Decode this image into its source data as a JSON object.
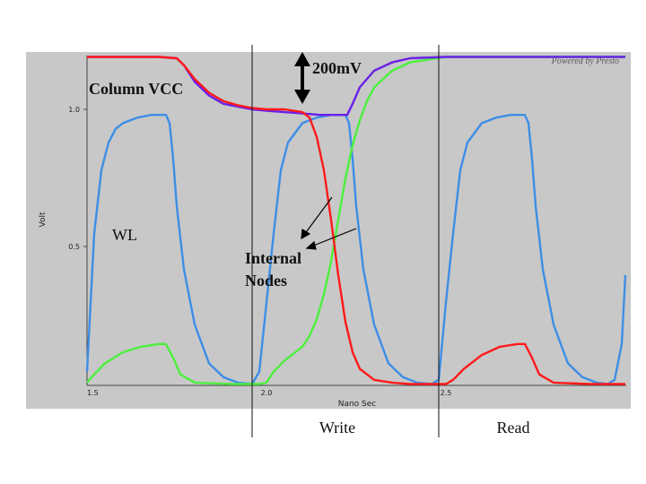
{
  "chart_data": {
    "type": "line",
    "title": "",
    "xlabel": "Nano Sec",
    "ylabel": "Volt",
    "xlim": [
      1.5,
      3.0
    ],
    "ylim": [
      0.0,
      1.2
    ],
    "x_ticks": [
      "1.5",
      "2.0",
      "2.5"
    ],
    "y_ticks": [
      "0.5",
      "1.0"
    ],
    "grid": false,
    "credit": "Powered by Presto",
    "colors": {
      "wl": "#3d8ee6",
      "node_red": "#ff1a1a",
      "node_green": "#4cf03c",
      "vcc_purple": "#6a1fe8",
      "plot_bg": "#c8c8c8"
    },
    "annotations": {
      "column_vcc": "Column VCC",
      "delta": "200mV",
      "wl": "WL",
      "internal_nodes_1": "Internal",
      "internal_nodes_2": "Nodes",
      "write": "Write",
      "read": "Read"
    },
    "markers": [
      1.96,
      2.48
    ],
    "series": [
      {
        "key": "wl",
        "x": [
          1.5,
          1.51,
          1.52,
          1.54,
          1.56,
          1.58,
          1.6,
          1.64,
          1.68,
          1.72,
          1.73,
          1.74,
          1.75,
          1.77,
          1.8,
          1.84,
          1.88,
          1.92,
          1.96,
          1.98,
          2.0,
          2.02,
          2.04,
          2.06,
          2.1,
          2.14,
          2.18,
          2.22,
          2.23,
          2.24,
          2.25,
          2.27,
          2.3,
          2.34,
          2.38,
          2.42,
          2.46,
          2.48,
          2.5,
          2.52,
          2.54,
          2.56,
          2.6,
          2.64,
          2.68,
          2.72,
          2.73,
          2.74,
          2.75,
          2.77,
          2.8,
          2.84,
          2.88,
          2.92,
          2.95,
          2.97,
          2.99,
          3.0
        ],
        "y": [
          0.05,
          0.3,
          0.55,
          0.78,
          0.88,
          0.93,
          0.95,
          0.97,
          0.98,
          0.98,
          0.95,
          0.82,
          0.65,
          0.42,
          0.22,
          0.08,
          0.03,
          0.01,
          0.005,
          0.05,
          0.3,
          0.55,
          0.78,
          0.88,
          0.95,
          0.97,
          0.98,
          0.98,
          0.95,
          0.82,
          0.65,
          0.42,
          0.22,
          0.08,
          0.03,
          0.01,
          0.005,
          0.02,
          0.3,
          0.55,
          0.78,
          0.88,
          0.95,
          0.97,
          0.98,
          0.98,
          0.95,
          0.82,
          0.65,
          0.42,
          0.22,
          0.08,
          0.03,
          0.01,
          0.005,
          0.02,
          0.15,
          0.4
        ]
      },
      {
        "key": "node_green",
        "x": [
          1.5,
          1.52,
          1.55,
          1.6,
          1.65,
          1.7,
          1.72,
          1.74,
          1.76,
          1.8,
          1.9,
          1.98,
          2.0,
          2.02,
          2.05,
          2.1,
          2.12,
          2.14,
          2.16,
          2.18,
          2.2,
          2.22,
          2.24,
          2.26,
          2.28,
          2.3,
          2.35,
          2.4,
          2.45,
          2.5,
          2.6,
          2.7,
          2.8,
          2.9,
          3.0
        ],
        "y": [
          0.01,
          0.04,
          0.08,
          0.12,
          0.14,
          0.15,
          0.15,
          0.1,
          0.04,
          0.01,
          0.005,
          0.005,
          0.01,
          0.05,
          0.09,
          0.14,
          0.18,
          0.24,
          0.33,
          0.45,
          0.6,
          0.75,
          0.87,
          0.96,
          1.03,
          1.08,
          1.14,
          1.17,
          1.18,
          1.19,
          1.19,
          1.19,
          1.19,
          1.19,
          1.19
        ]
      },
      {
        "key": "node_red",
        "x": [
          1.5,
          1.6,
          1.7,
          1.75,
          1.77,
          1.8,
          1.84,
          1.88,
          1.92,
          1.96,
          2.0,
          2.05,
          2.1,
          2.12,
          2.14,
          2.16,
          2.18,
          2.2,
          2.22,
          2.24,
          2.26,
          2.3,
          2.35,
          2.4,
          2.45,
          2.5,
          2.52,
          2.55,
          2.6,
          2.65,
          2.7,
          2.72,
          2.74,
          2.76,
          2.8,
          2.9,
          3.0
        ],
        "y": [
          1.19,
          1.19,
          1.19,
          1.185,
          1.16,
          1.11,
          1.06,
          1.03,
          1.015,
          1.005,
          1.0,
          1.0,
          0.99,
          0.97,
          0.9,
          0.78,
          0.6,
          0.4,
          0.23,
          0.12,
          0.06,
          0.02,
          0.01,
          0.005,
          0.005,
          0.005,
          0.02,
          0.06,
          0.11,
          0.14,
          0.15,
          0.15,
          0.1,
          0.04,
          0.01,
          0.005,
          0.005
        ]
      },
      {
        "key": "vcc_purple",
        "x": [
          1.5,
          1.6,
          1.7,
          1.75,
          1.77,
          1.8,
          1.84,
          1.88,
          1.92,
          1.96,
          2.0,
          2.05,
          2.1,
          2.15,
          2.2,
          2.225,
          2.24,
          2.26,
          2.3,
          2.35,
          2.4,
          2.5,
          2.6,
          2.7,
          2.8,
          2.9,
          3.0
        ],
        "y": [
          1.19,
          1.19,
          1.19,
          1.185,
          1.16,
          1.1,
          1.05,
          1.02,
          1.01,
          1.0,
          0.995,
          0.99,
          0.985,
          0.98,
          0.98,
          0.98,
          1.02,
          1.08,
          1.14,
          1.17,
          1.185,
          1.19,
          1.19,
          1.19,
          1.19,
          1.19,
          1.19
        ]
      }
    ]
  }
}
